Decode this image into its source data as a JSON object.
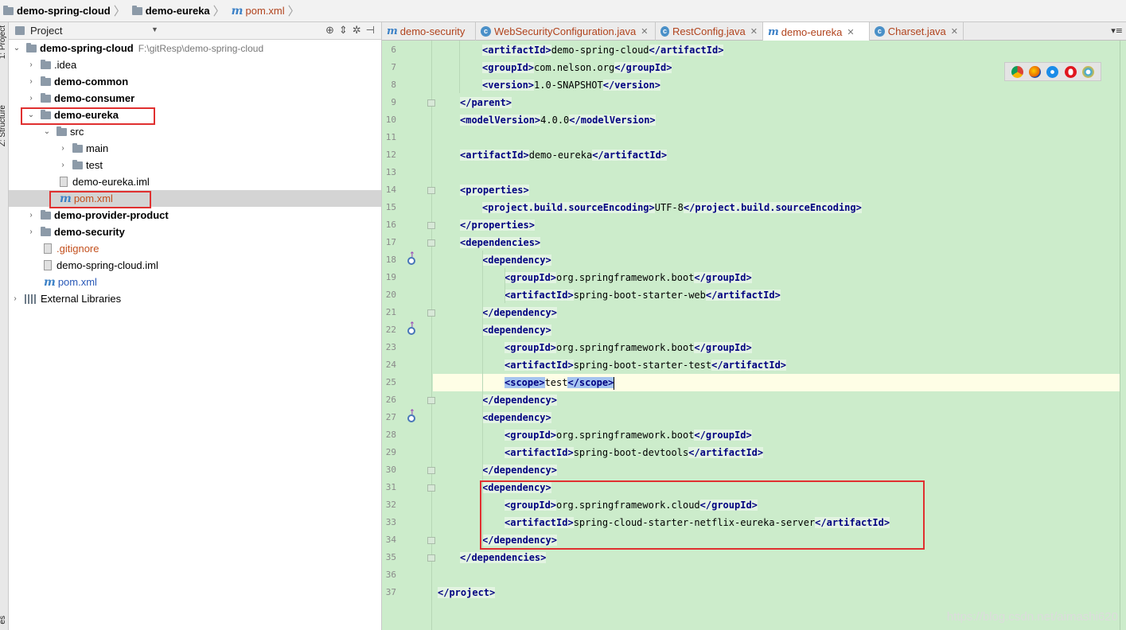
{
  "breadcrumb": {
    "items": [
      "demo-spring-cloud",
      "demo-eureka",
      "pom.xml"
    ]
  },
  "side_tabs": {
    "project": "1: Project",
    "structure": "Z: Structure",
    "bottom": "es"
  },
  "project_panel": {
    "title": "Project",
    "tree": [
      {
        "label": "demo-spring-cloud",
        "path": "F:\\gitResp\\demo-spring-cloud"
      },
      {
        "label": ".idea"
      },
      {
        "label": "demo-common"
      },
      {
        "label": "demo-consumer"
      },
      {
        "label": "demo-eureka"
      },
      {
        "label": "src"
      },
      {
        "label": "main"
      },
      {
        "label": "test"
      },
      {
        "label": "demo-eureka.iml"
      },
      {
        "label": "pom.xml"
      },
      {
        "label": "demo-provider-product"
      },
      {
        "label": "demo-security"
      },
      {
        "label": ".gitignore"
      },
      {
        "label": "demo-spring-cloud.iml"
      },
      {
        "label": "pom.xml"
      },
      {
        "label": "External Libraries"
      }
    ]
  },
  "tabs": [
    {
      "label": "demo-security"
    },
    {
      "label": "WebSecurityConfiguration.java"
    },
    {
      "label": "RestConfig.java"
    },
    {
      "label": "demo-eureka"
    },
    {
      "label": "Charset.java"
    }
  ],
  "tab_overflow": "▾≡",
  "editor": {
    "line_numbers": [
      "6",
      "7",
      "8",
      "9",
      "10",
      "11",
      "12",
      "13",
      "14",
      "15",
      "16",
      "17",
      "18",
      "19",
      "20",
      "21",
      "22",
      "23",
      "24",
      "25",
      "26",
      "27",
      "28",
      "29",
      "30",
      "31",
      "32",
      "33",
      "34",
      "35",
      "36",
      "37"
    ],
    "lines": [
      {
        "open": "artifactId",
        "text": "demo-spring-cloud",
        "close": "artifactId"
      },
      {
        "open": "groupId",
        "text": "com.nelson.org",
        "close": "groupId"
      },
      {
        "open": "version",
        "text": "1.0-SNAPSHOT",
        "close": "version"
      },
      {
        "close": "parent"
      },
      {
        "open": "modelVersion",
        "text": "4.0.0",
        "close": "modelVersion"
      },
      {},
      {
        "open": "artifactId",
        "text": "demo-eureka",
        "close": "artifactId"
      },
      {},
      {
        "open": "properties"
      },
      {
        "open": "project.build.sourceEncoding",
        "text": "UTF-8",
        "close": "project.build.sourceEncoding"
      },
      {
        "close": "properties"
      },
      {
        "open": "dependencies"
      },
      {
        "open": "dependency"
      },
      {
        "open": "groupId",
        "text": "org.springframework.boot",
        "close": "groupId"
      },
      {
        "open": "artifactId",
        "text": "spring-boot-starter-web",
        "close": "artifactId"
      },
      {
        "close": "dependency"
      },
      {
        "open": "dependency"
      },
      {
        "open": "groupId",
        "text": "org.springframework.boot",
        "close": "groupId"
      },
      {
        "open": "artifactId",
        "text": "spring-boot-starter-test",
        "close": "artifactId"
      },
      {
        "open": "scope",
        "text": "test",
        "close": "scope"
      },
      {
        "close": "dependency"
      },
      {
        "open": "dependency"
      },
      {
        "open": "groupId",
        "text": "org.springframework.boot",
        "close": "groupId"
      },
      {
        "open": "artifactId",
        "text": "spring-boot-devtools",
        "close": "artifactId"
      },
      {
        "close": "dependency"
      },
      {
        "open": "dependency"
      },
      {
        "open": "groupId",
        "text": "org.springframework.cloud",
        "close": "groupId"
      },
      {
        "open": "artifactId",
        "text": "spring-cloud-starter-netflix-eureka-server",
        "close": "artifactId"
      },
      {
        "close": "dependency"
      },
      {
        "close": "dependencies"
      },
      {},
      {
        "close": "project"
      }
    ]
  },
  "browser_icons": [
    "chrome-icon",
    "firefox-icon",
    "safari-icon",
    "opera-icon",
    "ie-icon"
  ],
  "colors": {
    "editor_bg": "#cceccb",
    "tag": "#000080",
    "highlight_box": "#e03030",
    "file_orange": "#b1431d",
    "maven_blue": "#3d82c7"
  },
  "watermark": "https://blog.csdn.net/aimashi620"
}
